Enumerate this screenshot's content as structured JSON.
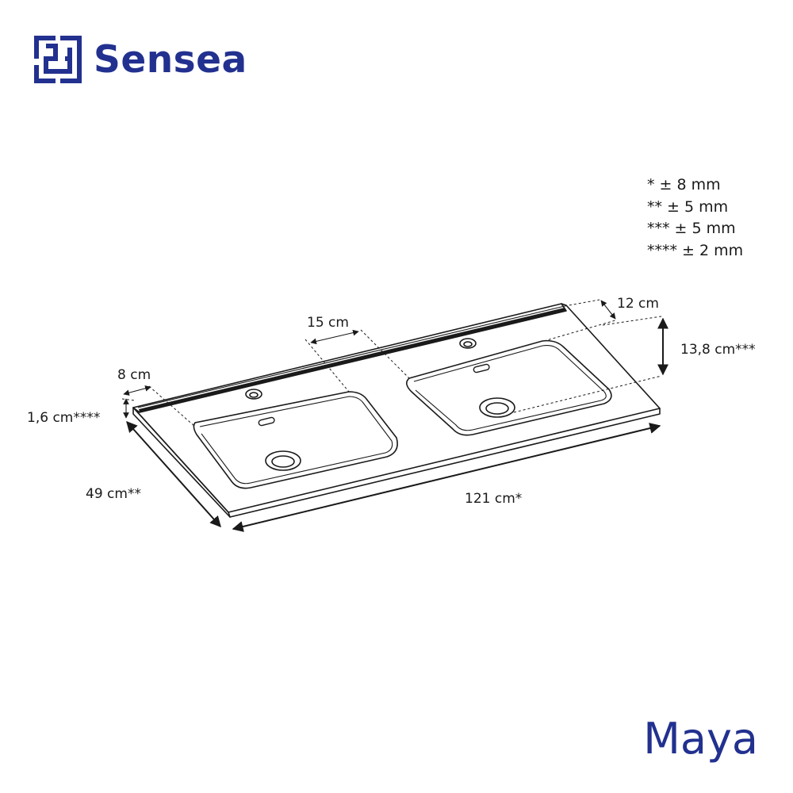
{
  "brand": {
    "name": "Sensea",
    "color": "#22318f",
    "logo_icon": "sensea-logo-icon"
  },
  "product": {
    "name": "Maya"
  },
  "tolerances": [
    "* ± 8 mm",
    "** ± 5 mm",
    "*** ± 5 mm",
    "**** ± 2 mm"
  ],
  "dimensions": {
    "width": "121 cm*",
    "depth": "49 cm**",
    "thickness": "1,6 cm****",
    "basin_depth": "13,8 cm***",
    "side_margin": "8 cm",
    "between_basins": "15 cm",
    "back_margin": "12 cm"
  }
}
